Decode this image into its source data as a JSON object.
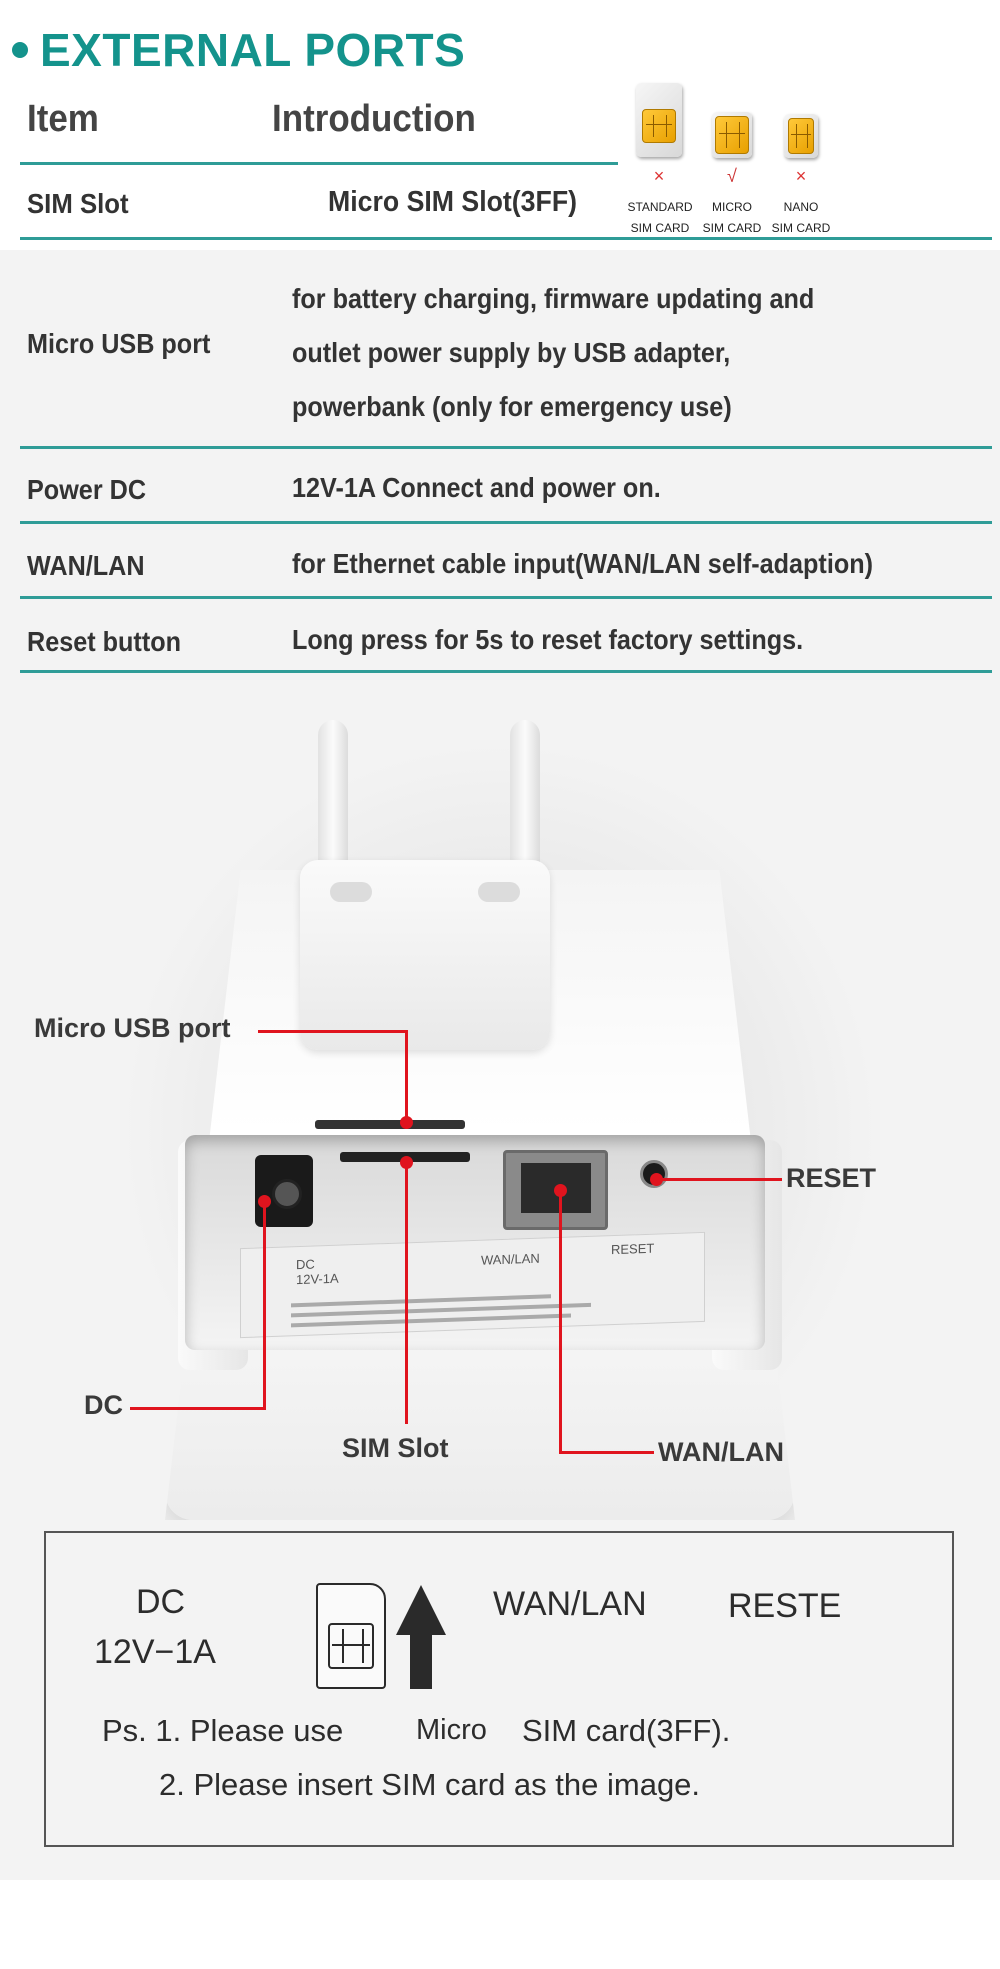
{
  "header": {
    "title": "EXTERNAL PORTS"
  },
  "table": {
    "col_item": "Item",
    "col_intro": "Introduction",
    "rows": [
      {
        "label": "SIM Slot",
        "value": "Micro SIM Slot(3FF)"
      },
      {
        "label": "Micro USB port",
        "lines": [
          "for battery charging, firmware updating and",
          "outlet power supply by USB adapter,",
          "powerbank  (only for emergency use)"
        ]
      },
      {
        "label": "Power DC",
        "value": "12V-1A Connect and power on."
      },
      {
        "label": "WAN/LAN",
        "value": "for Ethernet cable input(WAN/LAN self-adaption)"
      },
      {
        "label": "Reset button",
        "value": "Long press for 5s to reset factory settings."
      }
    ]
  },
  "sim_types": [
    {
      "mark": "×",
      "line1": "STANDARD",
      "line2": "SIM CARD"
    },
    {
      "mark": "√",
      "line1": "MICRO",
      "line2": "SIM CARD"
    },
    {
      "mark": "×",
      "line1": "NANO",
      "line2": "SIM CARD"
    }
  ],
  "device": {
    "callouts": {
      "usb": "Micro USB port",
      "reset": "RESET",
      "dc": "DC",
      "sim": "SIM Slot",
      "wan": "WAN/LAN"
    },
    "plate": {
      "dc": "DC",
      "dc_rating": "12V-1A",
      "wan": "WAN/LAN",
      "reset": "RESET"
    }
  },
  "sticker": {
    "dc": "DC",
    "dc_rating": "12V−1A",
    "wan": "WAN/LAN",
    "reset": "RESTE",
    "note1_prefix": "Ps. 1. Please use",
    "note1_mid": "Micro",
    "note1_suffix": "SIM card(3FF).",
    "note2": "2. Please insert SIM card as the image."
  },
  "colors": {
    "accent": "#14938c",
    "line": "#2f9c97",
    "callout": "#e0141e"
  }
}
